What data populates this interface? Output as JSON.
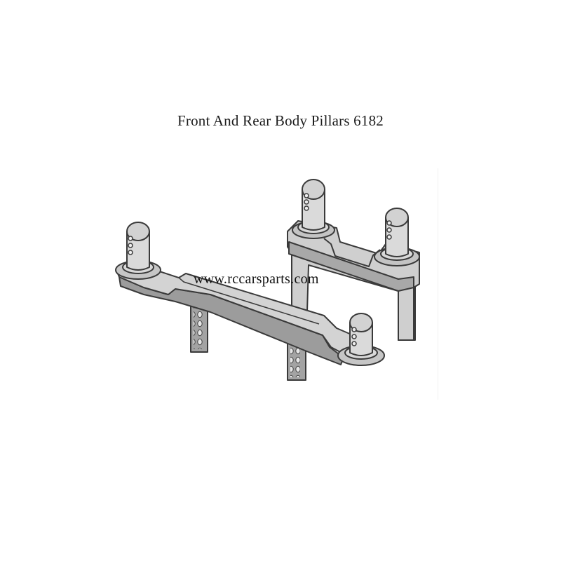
{
  "title": "Front And Rear Body Pillars 6182",
  "watermark": "www.rccarsparts.com",
  "parts": [
    {
      "name": "front-body-pillar-bar",
      "posts": 2,
      "legs": 2
    },
    {
      "name": "rear-body-pillar-frame",
      "posts": 2,
      "legs": 2
    }
  ],
  "colors": {
    "part_fill": "#d6d6d6",
    "part_shade": "#a9a9a9",
    "outline": "#3a3a3a",
    "background": "#ffffff",
    "text": "#1c1c1c"
  }
}
